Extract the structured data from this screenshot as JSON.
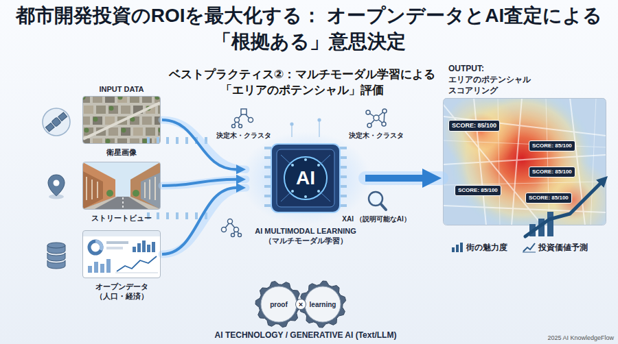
{
  "diagram": {
    "title": "都市開発投資のROIを最大化する： オープンデータとAI査定による「根拠ある」意思決定",
    "nodes": [
      {
        "text": [
          "衛星画像"
        ]
      },
      {
        "text": [
          "ストリートビュー"
        ]
      },
      {
        "text": [
          "オープンデータ （人口・経済）"
        ]
      },
      {
        "text": [
          "AI",
          "AI MULTIMODAL LEARNING （マルチモーダル学習）"
        ]
      },
      {
        "text": [
          "OUTPUT: エリアのポテンシャル スコアリング"
        ]
      },
      {
        "text": [
          "SCORE: 85/100"
        ],
        "in": 4
      },
      {
        "text": [
          "SCORE: 85/100"
        ],
        "in": 4
      },
      {
        "text": [
          "SCORE: 85/100"
        ],
        "in": 4
      },
      {
        "text": [
          "SCORE: 85/100"
        ],
        "in": 4
      },
      {
        "text": [
          "SCORE: 85/100"
        ],
        "in": 4
      },
      {
        "text": [
          "proof"
        ]
      },
      {
        "text": [
          "learning"
        ]
      }
    ],
    "edges": [
      {
        "from": 0,
        "to": 3,
        "arrow": "to"
      },
      {
        "from": 1,
        "to": 3,
        "arrow": "to"
      },
      {
        "from": 2,
        "to": 3,
        "arrow": "to"
      },
      {
        "from": 3,
        "to": 4,
        "arrow": "to"
      }
    ],
    "labels": [
      "ベストプラクティス②：マルチモーダル学習による 「エリアのポテンシャル」評価",
      "INPUT DATA",
      "決定木・クラスタ",
      "決定木・クラスタ",
      "XAI （説明可能なAI）",
      "×",
      "AI TECHNOLOGY / GENERATIVE AI (Text/LLM)",
      "街の魅力度",
      "投資価値予測",
      "2025 AI KnowledgeFlow"
    ]
  }
}
